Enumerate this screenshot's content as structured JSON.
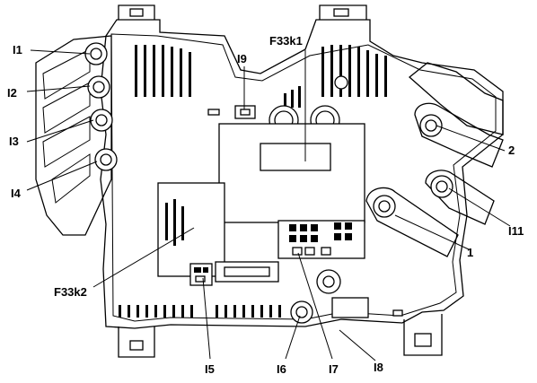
{
  "labels": {
    "l1": "I1",
    "l2": "I2",
    "l3": "I3",
    "l4": "I4",
    "l5": "I5",
    "l6": "I6",
    "l7": "I7",
    "l8": "I8",
    "l9": "I9",
    "l11": "I11",
    "n1": "1",
    "n2": "2",
    "f33k1": "F33k1",
    "f33k2": "F33k2"
  }
}
